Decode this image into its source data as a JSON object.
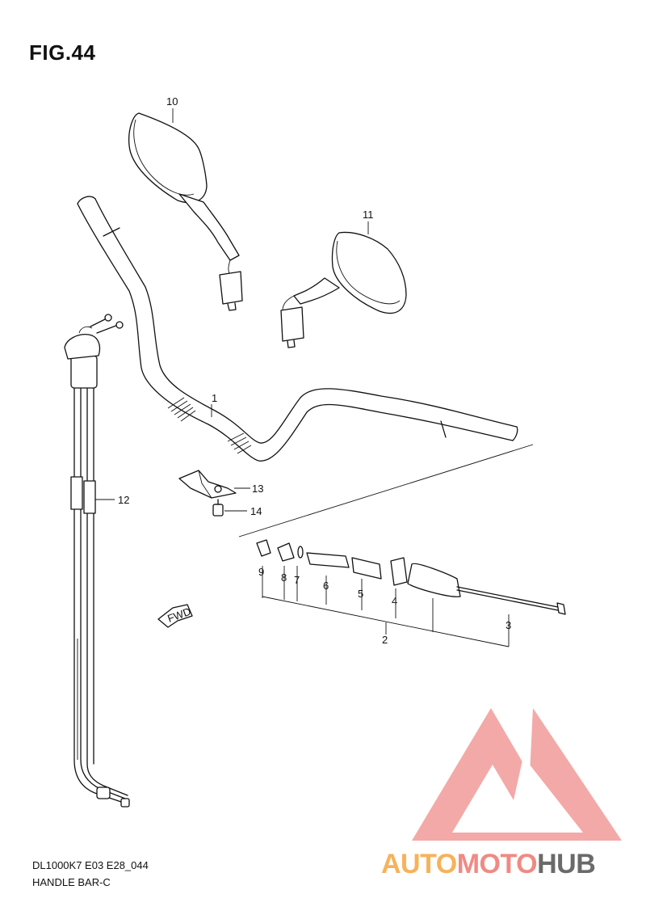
{
  "figure": {
    "title": "FIG.44"
  },
  "callouts": [
    "1",
    "2",
    "3",
    "4",
    "5",
    "6",
    "7",
    "8",
    "9",
    "10",
    "11",
    "12",
    "13",
    "14"
  ],
  "arrow_label": "FWD",
  "footer": {
    "model_code": "DL1000K7 E03 E28_044",
    "section_name": "HANDLE BAR-C"
  },
  "watermark": {
    "part1": "AUTO",
    "part2": "MOTO",
    "part3": "HUB",
    "colors": {
      "part1": "#f7b25a",
      "part2": "#f08a84",
      "part3": "#6a6a6a",
      "triangle": "#f29b98"
    }
  }
}
